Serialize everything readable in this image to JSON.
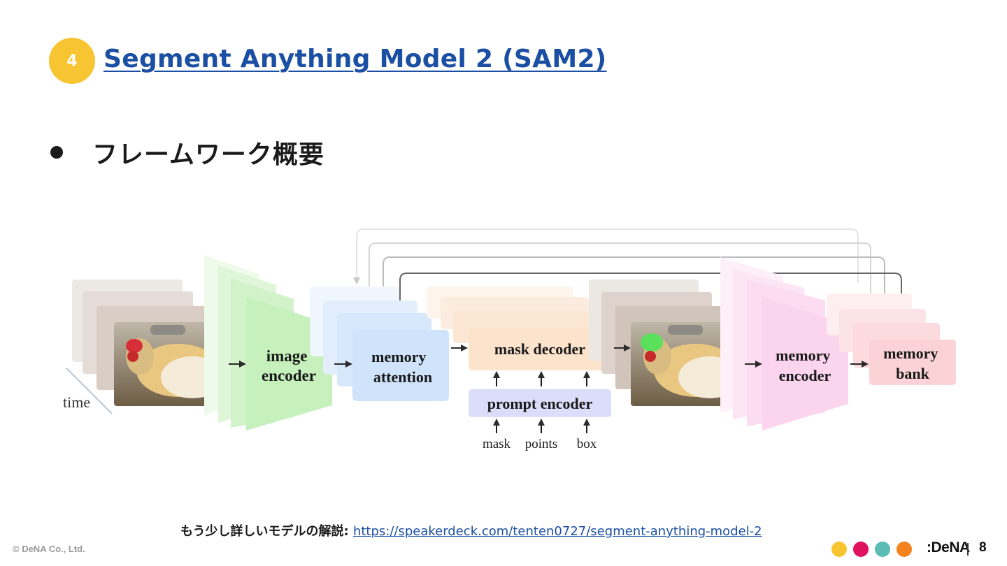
{
  "header": {
    "section_number": "4",
    "title": "Segment Anything Model 2 (SAM2)"
  },
  "bullet": {
    "text": "フレームワーク概要"
  },
  "diagram": {
    "time_label": "time",
    "image_encoder": [
      "image",
      "encoder"
    ],
    "memory_attention": [
      "memory",
      "attention"
    ],
    "mask_decoder": "mask decoder",
    "prompt_encoder": "prompt encoder",
    "prompt_inputs": [
      "mask",
      "points",
      "box"
    ],
    "memory_encoder": [
      "memory",
      "encoder"
    ],
    "memory_bank": [
      "memory",
      "bank"
    ],
    "colors": {
      "encoder_green": "#c6f0bc",
      "attention_blue": "#cfe3fb",
      "decoder_peach": "#fce3cc",
      "prompt_lavender": "#dcdcfb",
      "memory_encoder_pink": "#fbd4ee",
      "memory_bank_pink": "#fbd3d6"
    }
  },
  "footer": {
    "note_prefix": "もう少し詳しいモデルの解説: ",
    "note_link": "https://speakerdeck.com/tenten0727/segment-anything-model-2",
    "copyright": "© DeNA Co., Ltd.",
    "logo": ":DeNA",
    "page_number": "8",
    "dot_colors": [
      "#f7c531",
      "#e0115f",
      "#5bbcb6",
      "#f5821f"
    ]
  }
}
